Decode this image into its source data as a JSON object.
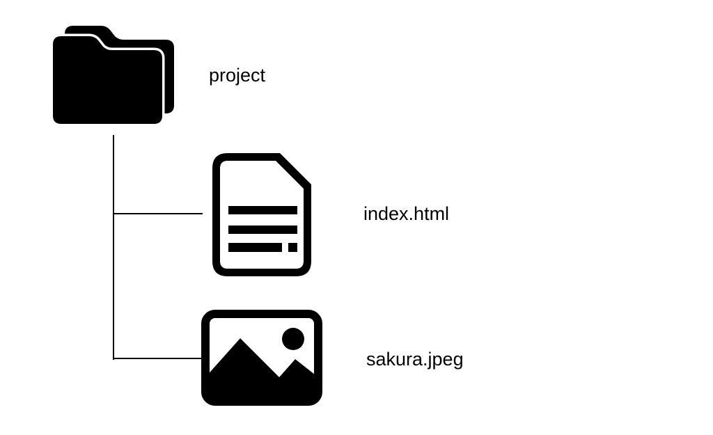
{
  "page": {
    "background": "#ffffff"
  },
  "diagram": {
    "type": "file-tree",
    "root": {
      "label": "project",
      "icon": "folder-icon"
    },
    "children": [
      {
        "label": "index.html",
        "icon": "document-icon"
      },
      {
        "label": "sakura.jpeg",
        "icon": "image-icon"
      }
    ],
    "colors": {
      "icon": "#000000",
      "line": "#000000",
      "text": "#000000"
    }
  }
}
